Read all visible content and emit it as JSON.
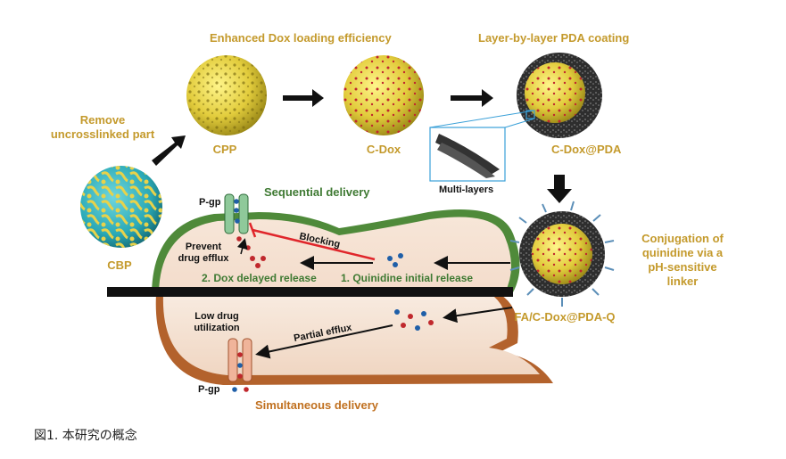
{
  "labels": {
    "enhanced_loading": "Enhanced Dox loading efficiency",
    "layer_by_layer": "Layer-by-layer PDA coating",
    "remove_line1": "Remove",
    "remove_line2": "uncrosslinked part",
    "cpp": "CPP",
    "c_dox": "C-Dox",
    "c_dox_pda": "C-Dox@PDA",
    "multi_layers": "Multi-layers",
    "cbp": "CBP",
    "sequential_delivery": "Sequential delivery",
    "pgp_top": "P-gp",
    "blocking": "Blocking",
    "prevent_line1": "Prevent",
    "prevent_line2": "drug efflux",
    "dox_delayed": "2. Dox delayed release",
    "quinidine_initial": "1. Quinidine initial release",
    "conj_line1": "Conjugation of",
    "conj_line2": "quinidine via a",
    "conj_line3": "pH-sensitive",
    "conj_line4": "linker",
    "fa_c_dox": "FA/C-Dox@PDA-Q",
    "low_line1": "Low drug",
    "low_line2": "utilization",
    "partial_efflux": "Partial efflux",
    "pgp_bottom": "P-gp",
    "simultaneous_delivery": "Simultaneous delivery"
  },
  "caption": "図1. 本研究の概念",
  "colors": {
    "gold_text": "#c49a2c",
    "green_text": "#3f7a33",
    "orange_text": "#c0701f",
    "particle_yellow": "#e8d24a",
    "pda_dark": "#2b2b2b",
    "dox_red": "#c0282d",
    "quinidine_blue": "#1f5fa8",
    "blocking_red": "#e0262b",
    "membrane_green": "#4f8a3a",
    "membrane_brown": "#b3622c"
  },
  "icons": [
    "nanoparticle-icon",
    "arrow-icon",
    "pgp-transporter-icon",
    "cell-icon",
    "molecule-dot-icon"
  ]
}
